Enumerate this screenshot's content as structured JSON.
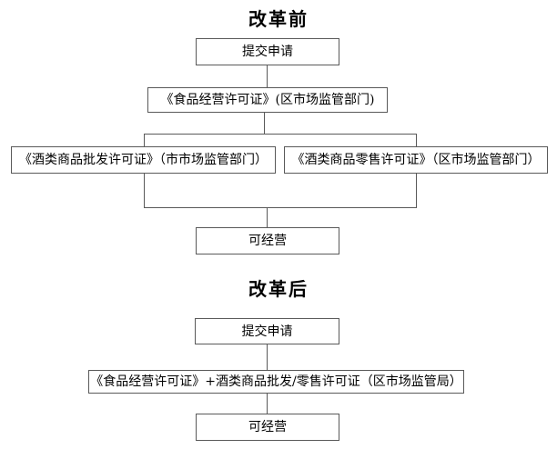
{
  "page": {
    "background_color": "#ffffff",
    "line_color": "#595959",
    "text_color": "#000000"
  },
  "before": {
    "title": "改革前",
    "nodes": {
      "submit": "提交申请",
      "food_license": "《食品经营许可证》(区市场监管部门)",
      "wholesale_license": "《酒类商品批发许可证》（市市场监管部门）",
      "retail_license": "《酒类商品零售许可证》（区市场监管部门）",
      "operate": "可经营"
    }
  },
  "after": {
    "title": "改革后",
    "nodes": {
      "submit": "提交申请",
      "combined_license": "《食品经营许可证》+酒类商品批发/零售许可证（区市场监管局）",
      "operate": "可经营"
    }
  }
}
